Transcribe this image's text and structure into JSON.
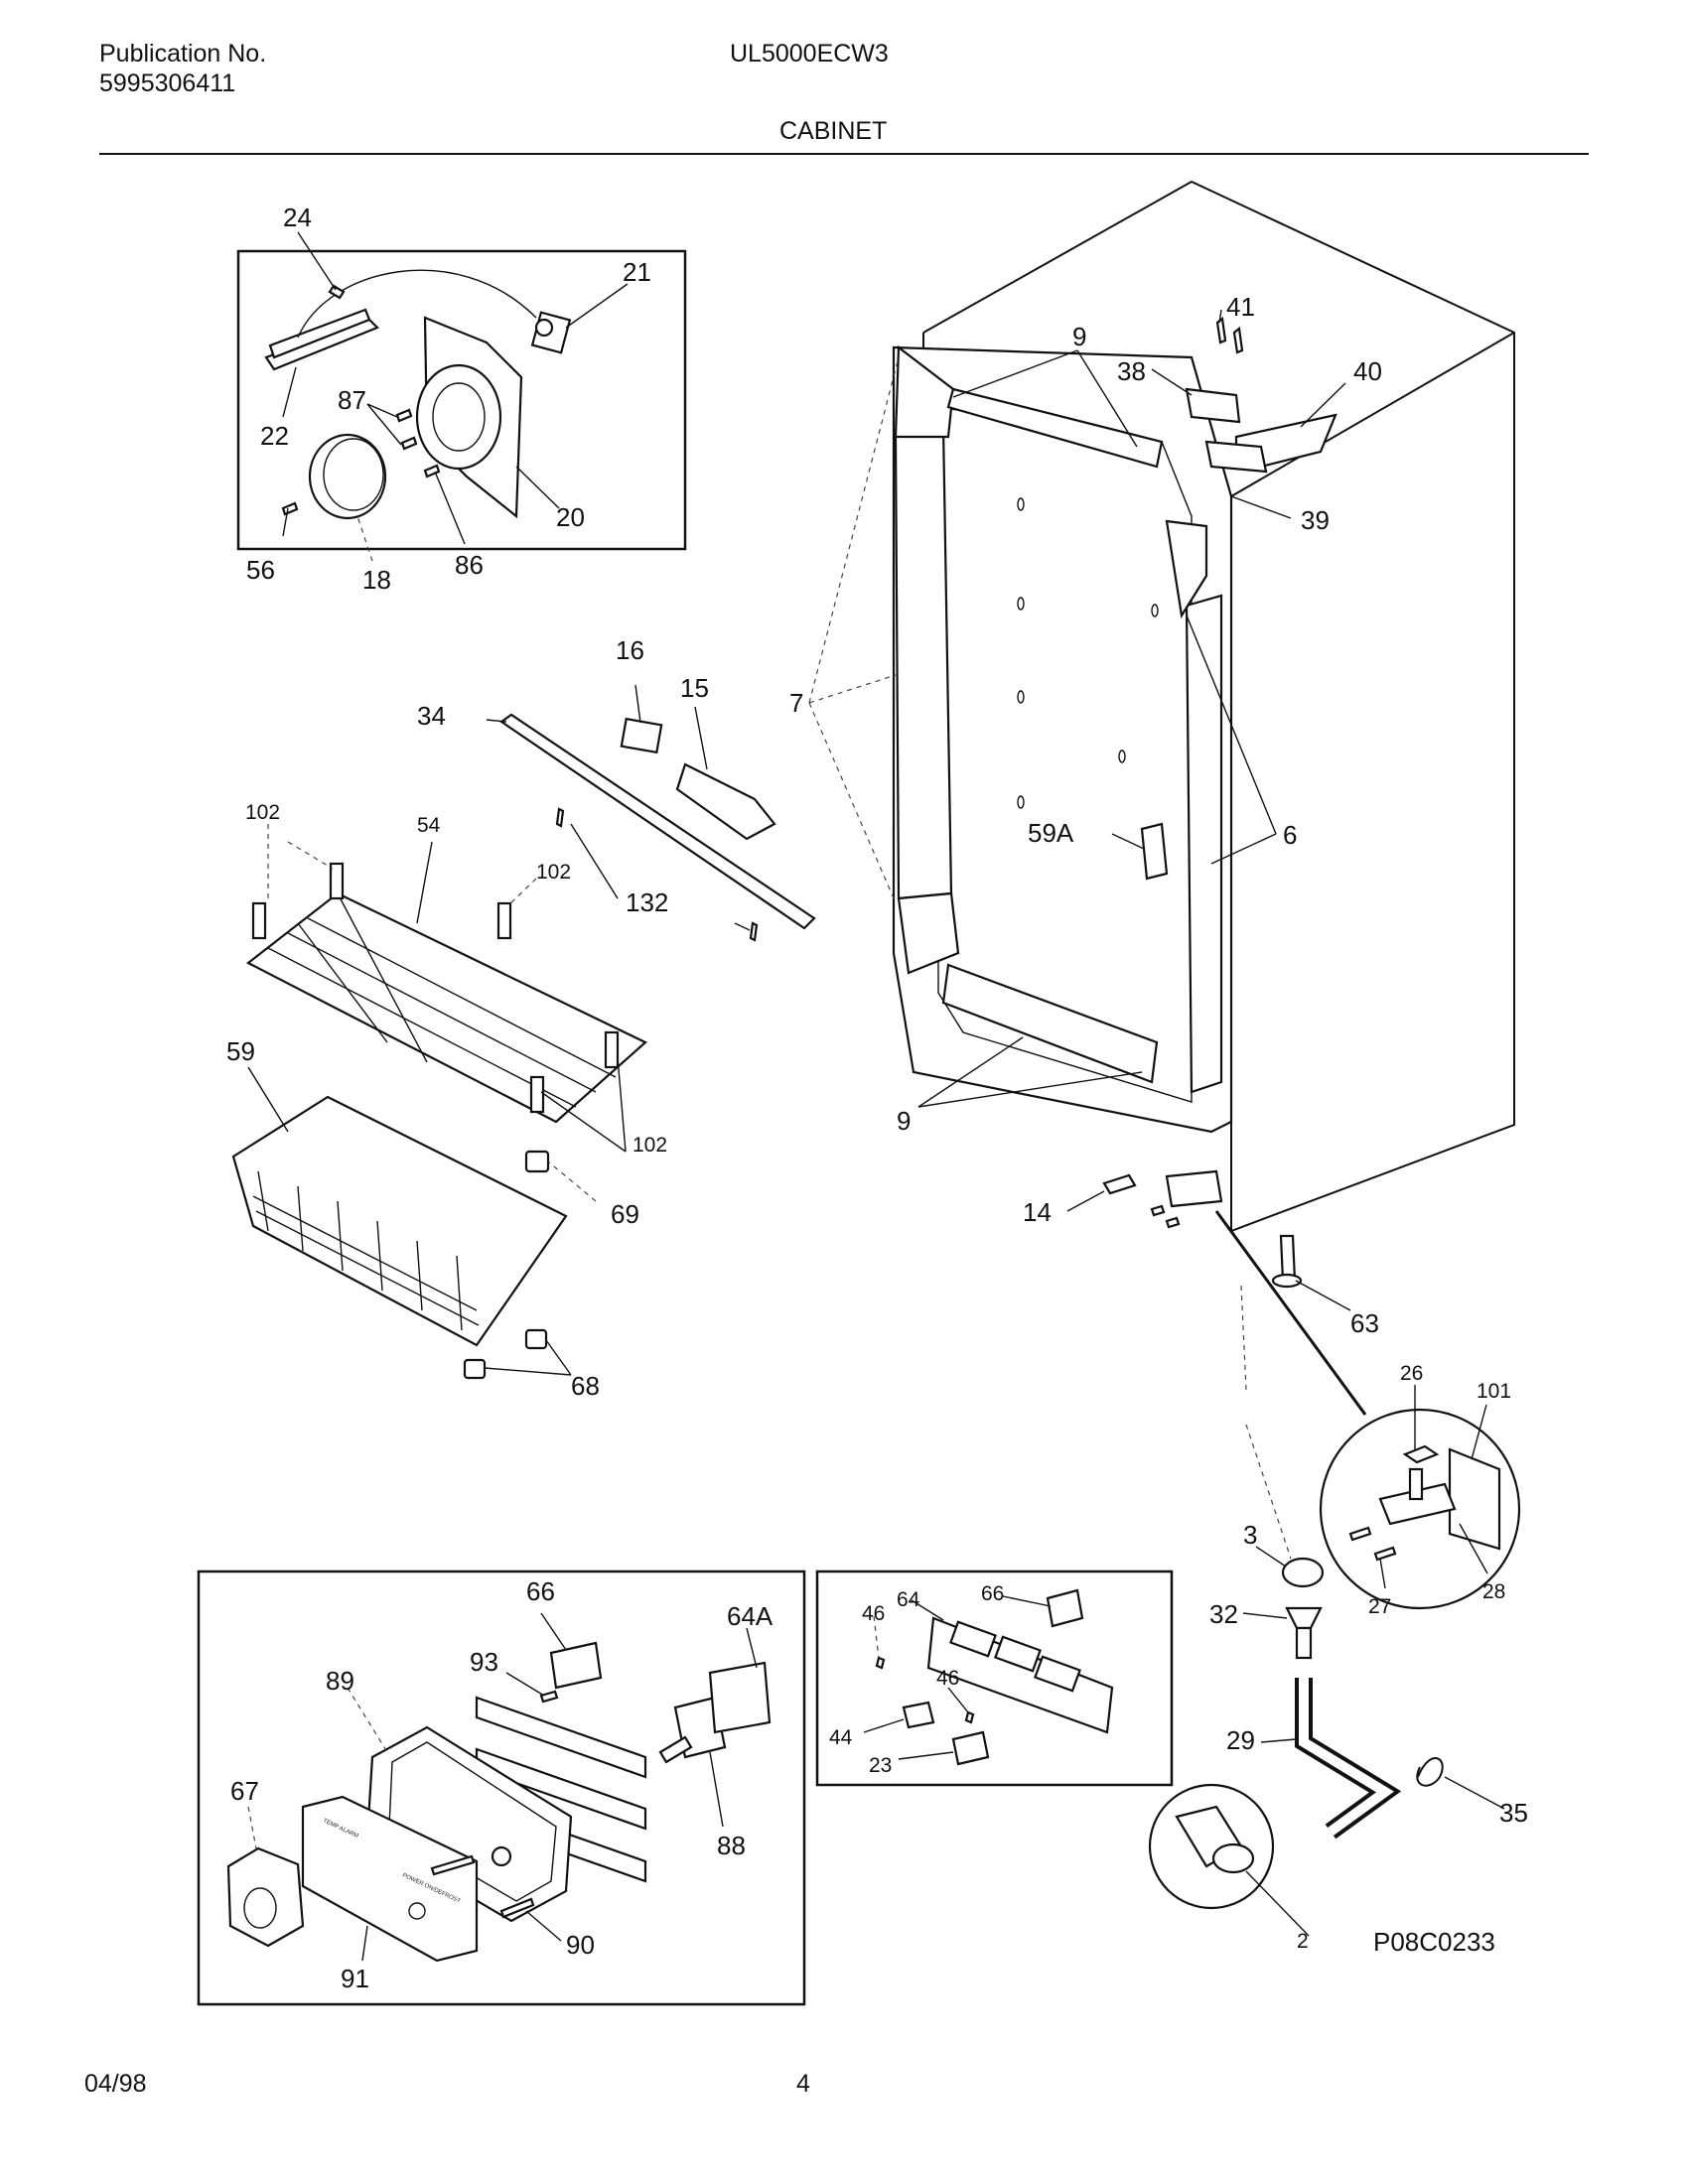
{
  "header": {
    "publication_label": "Publication No.",
    "publication_number": "5995306411",
    "model": "UL5000ECW3",
    "section": "CABINET"
  },
  "footer": {
    "date": "04/98",
    "page": "4",
    "figure_code": "P08C0233"
  },
  "callouts": {
    "c24": "24",
    "c21": "21",
    "c87": "87",
    "c22": "22",
    "c20": "20",
    "c56": "56",
    "c18": "18",
    "c86": "86",
    "c9a": "9",
    "c41": "41",
    "c38": "38",
    "c40": "40",
    "c39": "39",
    "c16": "16",
    "c15": "15",
    "c34": "34",
    "c7": "7",
    "c102a": "102",
    "c54": "54",
    "c102b": "102",
    "c132": "132",
    "c59A": "59A",
    "c6": "6",
    "c59": "59",
    "c102c": "102",
    "c9b": "9",
    "c69": "69",
    "c14": "14",
    "c63": "63",
    "c68": "68",
    "c26": "26",
    "c101": "101",
    "c3": "3",
    "c27": "27",
    "c28": "28",
    "c32": "32",
    "c66a": "66",
    "c64A": "64A",
    "c93": "93",
    "c89": "89",
    "c46a": "46",
    "c64": "64",
    "c66b": "66",
    "c46b": "46",
    "c44": "44",
    "c23": "23",
    "c29": "29",
    "c67": "67",
    "c88": "88",
    "c35": "35",
    "c90": "90",
    "c91": "91",
    "c2": "2"
  },
  "panel_text": {
    "temp_alarm": "TEMP ALARM",
    "power_defrost": "POWER ON/DEFROST"
  }
}
